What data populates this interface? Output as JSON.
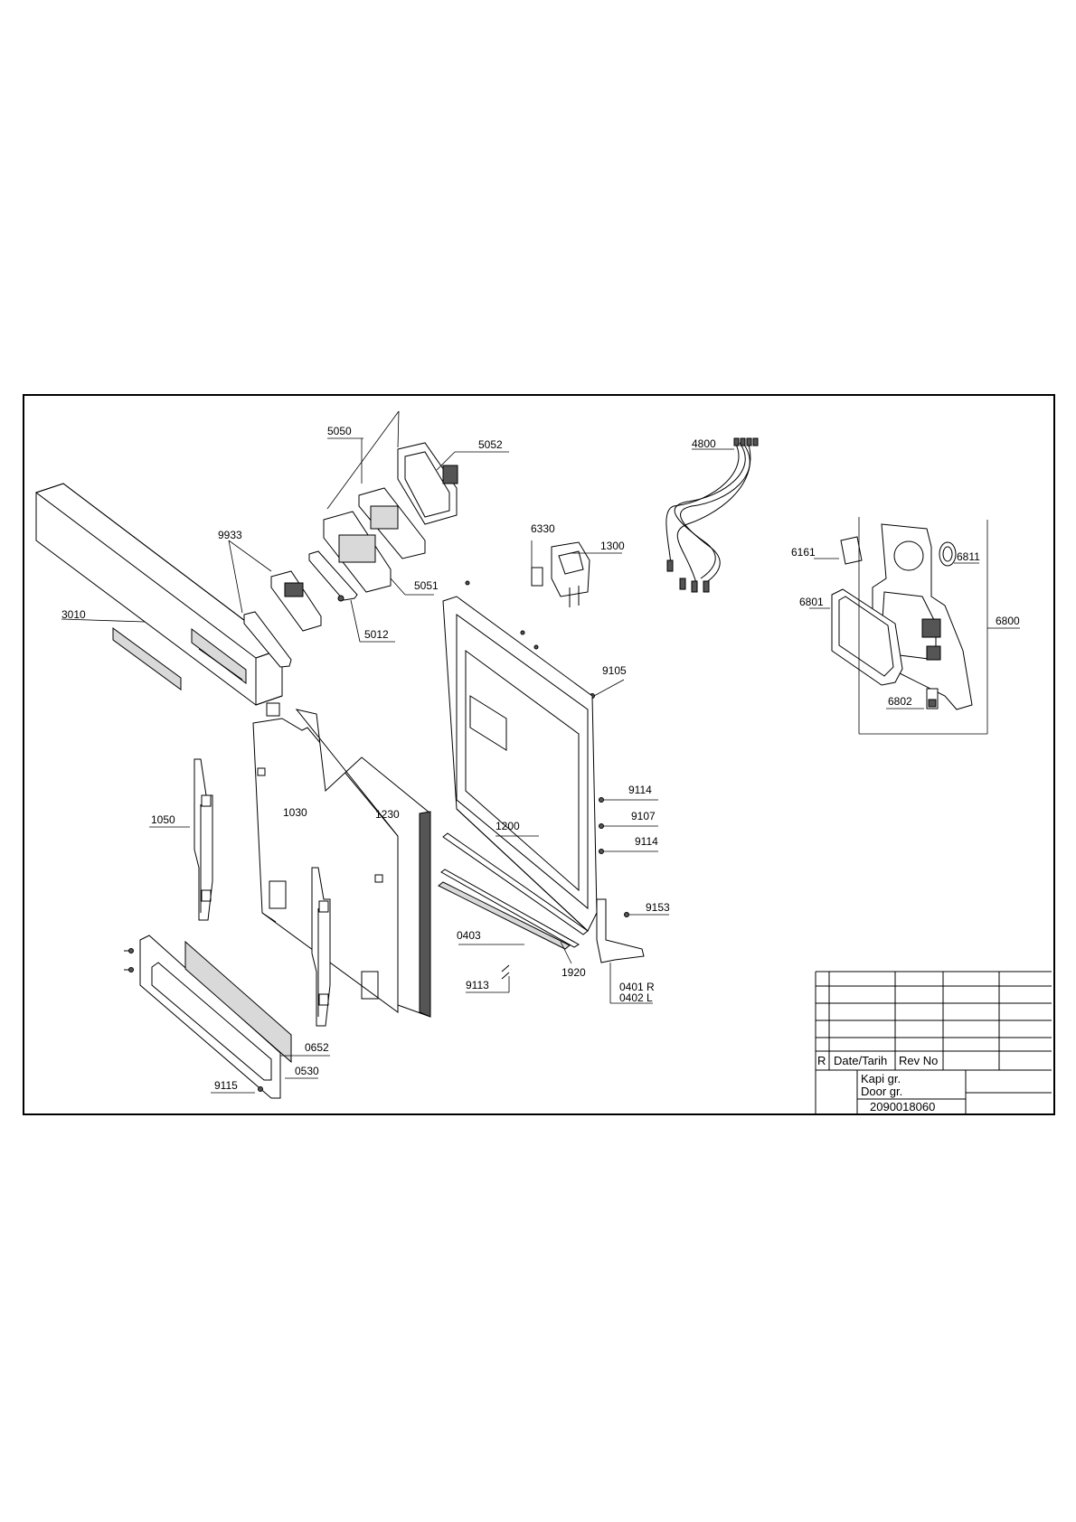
{
  "drawing": {
    "part_labels": [
      {
        "id": "5050",
        "text": "5050"
      },
      {
        "id": "5052",
        "text": "5052"
      },
      {
        "id": "4800",
        "text": "4800"
      },
      {
        "id": "9933",
        "text": "9933"
      },
      {
        "id": "6330",
        "text": "6330"
      },
      {
        "id": "1300",
        "text": "1300"
      },
      {
        "id": "6161",
        "text": "6161"
      },
      {
        "id": "6811",
        "text": "6811"
      },
      {
        "id": "5051",
        "text": "5051"
      },
      {
        "id": "6801",
        "text": "6801"
      },
      {
        "id": "3010",
        "text": "3010"
      },
      {
        "id": "5012",
        "text": "5012"
      },
      {
        "id": "6800",
        "text": "6800"
      },
      {
        "id": "9105",
        "text": "9105"
      },
      {
        "id": "6802",
        "text": "6802"
      },
      {
        "id": "9114a",
        "text": "9114"
      },
      {
        "id": "1050",
        "text": "1050"
      },
      {
        "id": "1030",
        "text": "1030"
      },
      {
        "id": "1230",
        "text": "1230"
      },
      {
        "id": "9107",
        "text": "9107"
      },
      {
        "id": "1200",
        "text": "1200"
      },
      {
        "id": "9114b",
        "text": "9114"
      },
      {
        "id": "9153",
        "text": "9153"
      },
      {
        "id": "0403",
        "text": "0403"
      },
      {
        "id": "1920",
        "text": "1920"
      },
      {
        "id": "0401",
        "text": "0401 R"
      },
      {
        "id": "0402",
        "text": "0402 L"
      },
      {
        "id": "9113",
        "text": "9113"
      },
      {
        "id": "0652",
        "text": "0652"
      },
      {
        "id": "0530",
        "text": "0530"
      },
      {
        "id": "9115",
        "text": "9115"
      }
    ]
  },
  "title_block": {
    "rev_col_r": "R",
    "rev_col_date": "Date/Tarih",
    "rev_col_rev": "Rev No",
    "name_tr": "Kapi gr.",
    "name_en": "Door gr.",
    "part_number": "2090018060"
  }
}
